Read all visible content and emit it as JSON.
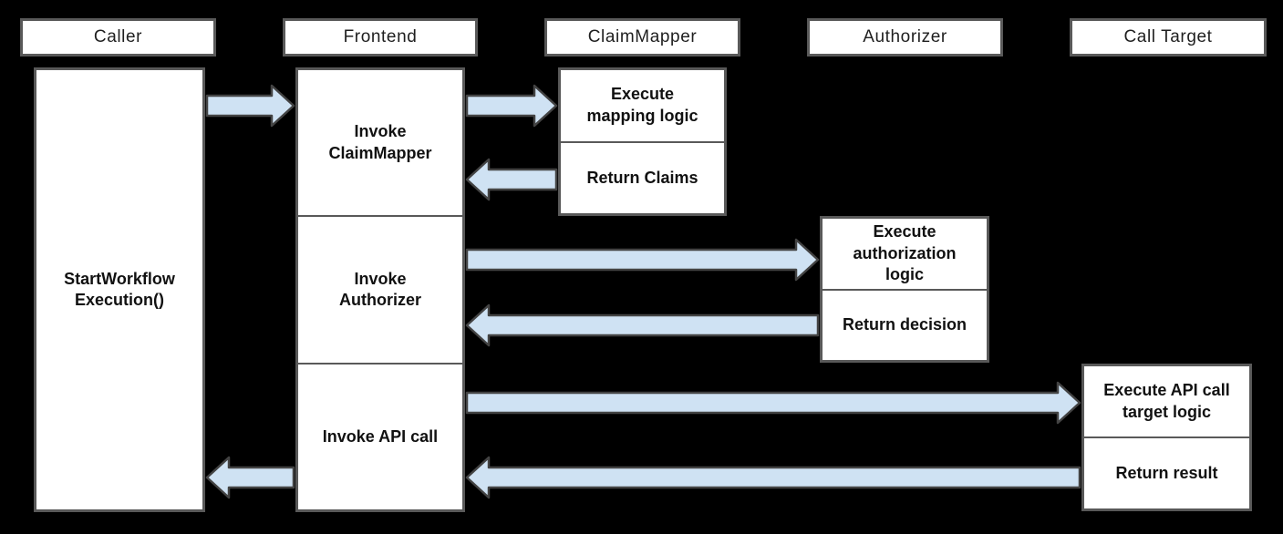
{
  "colors": {
    "background": "#000000",
    "box_fill": "#ffffff",
    "box_border": "#595959",
    "arrow_fill": "#cfe2f3",
    "arrow_outline": "#434343",
    "text": "#111111"
  },
  "lanes": [
    {
      "label": "Caller"
    },
    {
      "label": "Frontend"
    },
    {
      "label": "ClaimMapper"
    },
    {
      "label": "Authorizer"
    },
    {
      "label": "Call Target"
    }
  ],
  "boxes": {
    "caller": {
      "lines": [
        "StartWorkflow",
        "Execution()"
      ]
    },
    "frontend": {
      "sections": [
        {
          "lines": [
            "Invoke",
            "ClaimMapper"
          ]
        },
        {
          "lines": [
            "Invoke",
            "Authorizer"
          ]
        },
        {
          "lines": [
            "Invoke API call"
          ]
        }
      ]
    },
    "claimmapper": {
      "sections": [
        {
          "lines": [
            "Execute",
            "mapping logic"
          ]
        },
        {
          "lines": [
            "Return Claims"
          ]
        }
      ]
    },
    "authorizer": {
      "sections": [
        {
          "lines": [
            "Execute",
            "authorization",
            "logic"
          ]
        },
        {
          "lines": [
            "Return decision"
          ]
        }
      ]
    },
    "calltarget": {
      "sections": [
        {
          "lines": [
            "Execute API call",
            "target logic"
          ]
        },
        {
          "lines": [
            "Return result"
          ]
        }
      ]
    }
  }
}
